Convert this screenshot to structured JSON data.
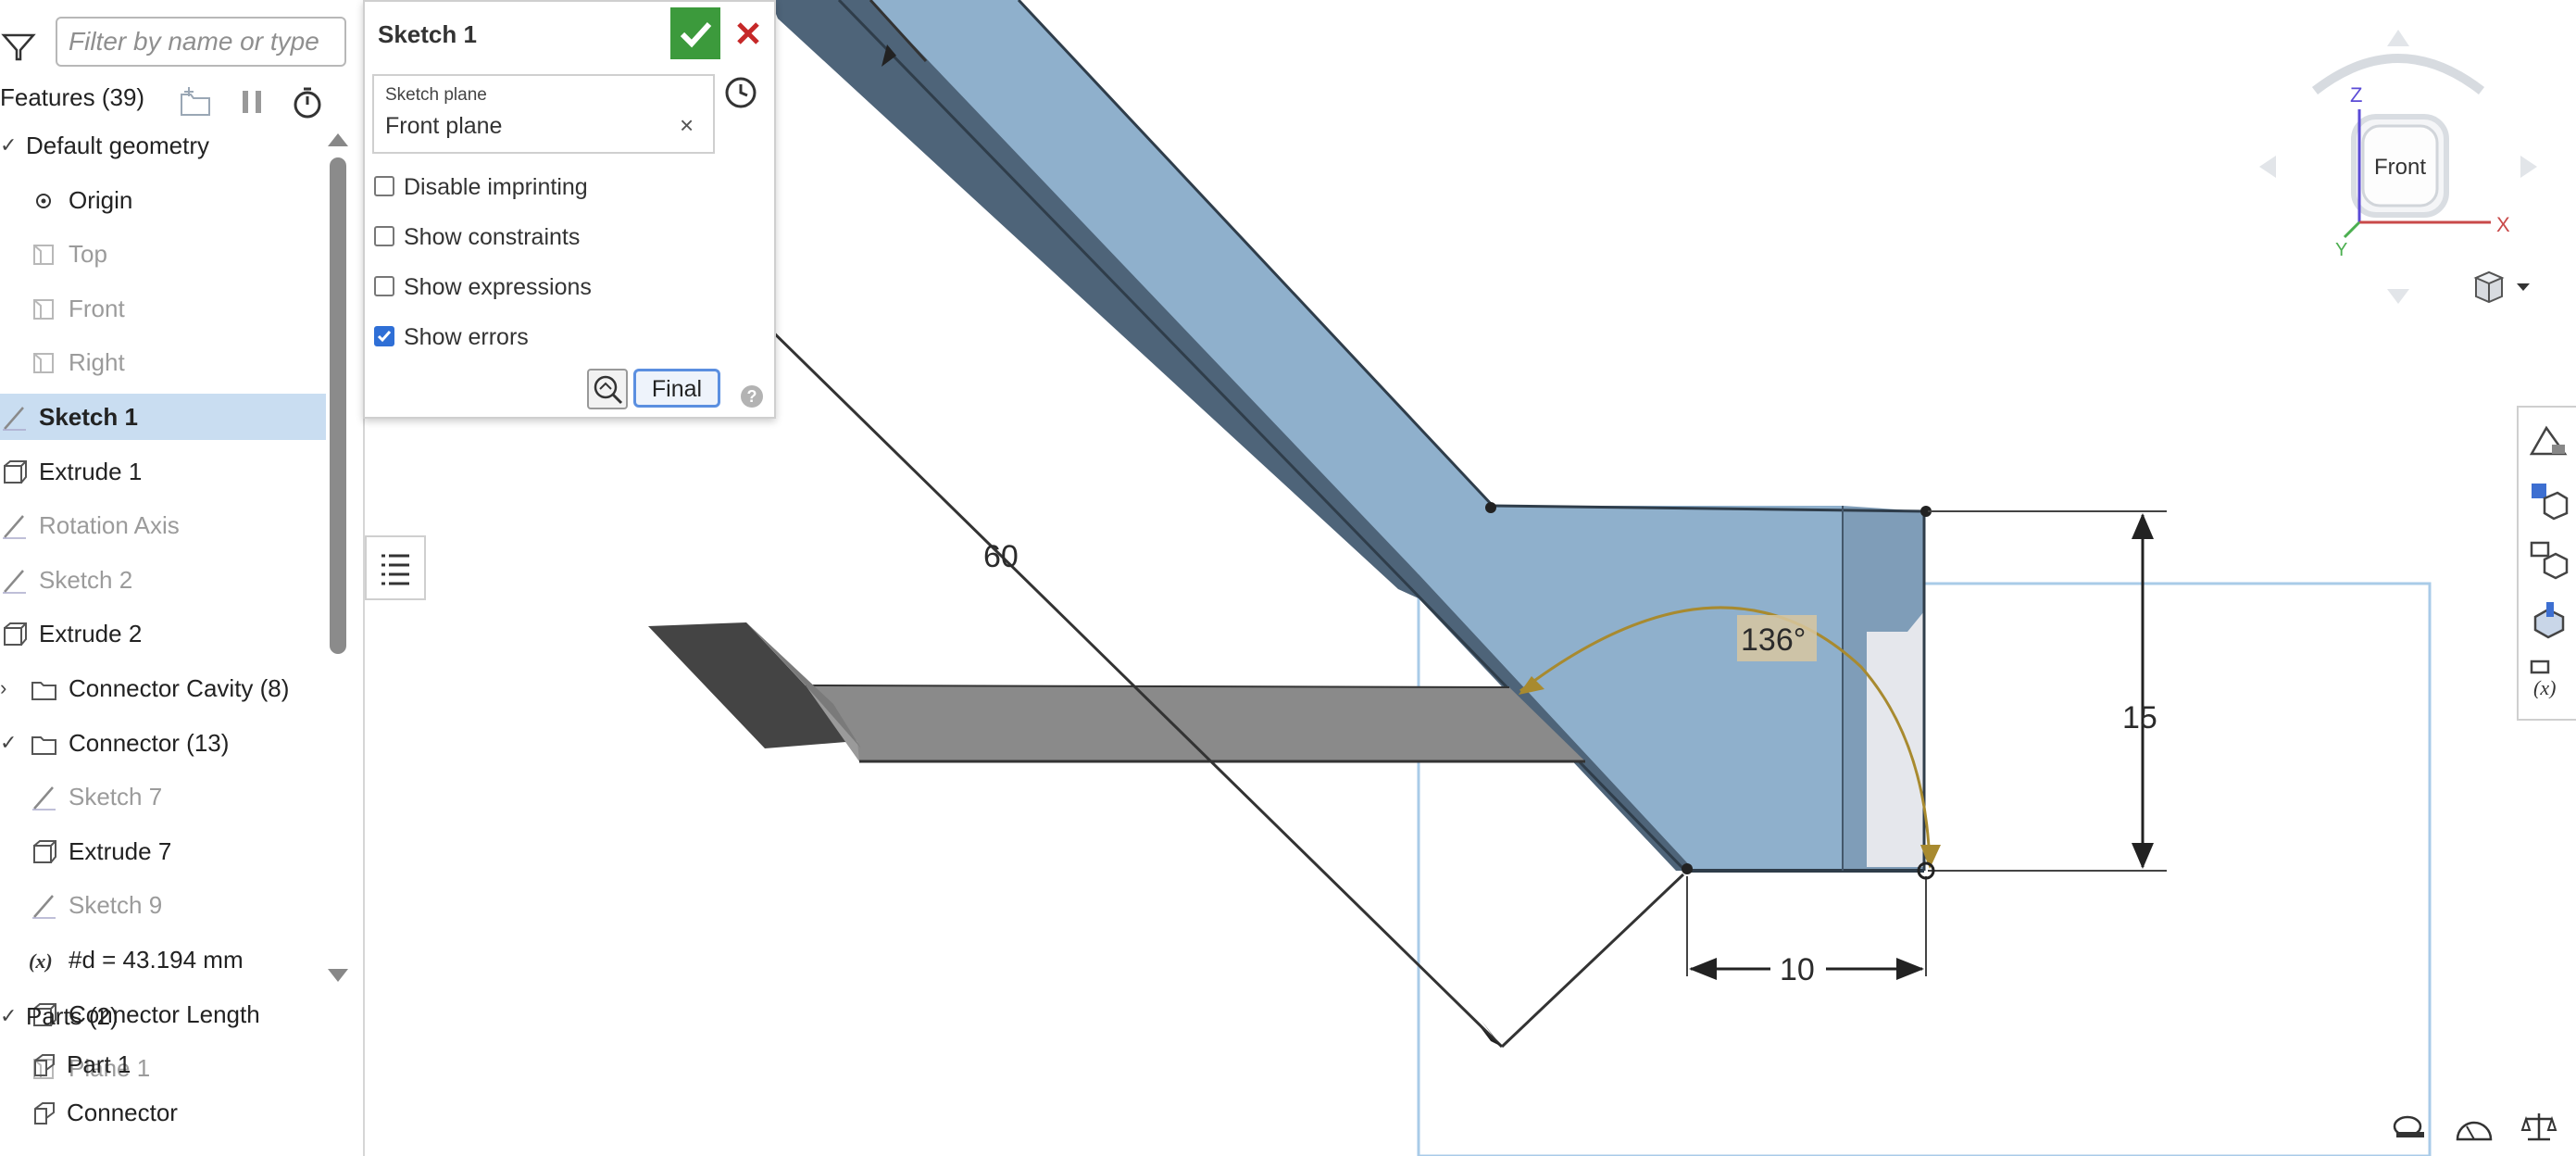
{
  "feature_panel": {
    "filter_placeholder": "Filter by name or type",
    "features_title": "Features (39)",
    "tree": [
      {
        "label": "Default geometry",
        "caret": "✓",
        "icon": "",
        "state": "normal"
      },
      {
        "label": "Origin",
        "caret": "",
        "icon": "origin-icon",
        "state": "normal"
      },
      {
        "label": "Top",
        "caret": "",
        "icon": "plane-icon",
        "state": "dim"
      },
      {
        "label": "Front",
        "caret": "",
        "icon": "plane-icon",
        "state": "dim"
      },
      {
        "label": "Right",
        "caret": "",
        "icon": "plane-icon",
        "state": "dim"
      },
      {
        "label": "Sketch 1",
        "caret": "",
        "icon": "sketch-icon",
        "state": "selected"
      },
      {
        "label": "Extrude 1",
        "caret": "",
        "icon": "extrude-icon",
        "state": "normal"
      },
      {
        "label": "Rotation Axis",
        "caret": "",
        "icon": "sketch-icon",
        "state": "dim"
      },
      {
        "label": "Sketch 2",
        "caret": "",
        "icon": "sketch-icon",
        "state": "dim"
      },
      {
        "label": "Extrude 2",
        "caret": "",
        "icon": "extrude-icon",
        "state": "normal"
      },
      {
        "label": "Connector Cavity (8)",
        "caret": "›",
        "icon": "folder-icon",
        "state": "normal"
      },
      {
        "label": "Connector (13)",
        "caret": "✓",
        "icon": "folder-icon",
        "state": "normal"
      },
      {
        "label": "Sketch 7",
        "caret": "",
        "icon": "sketch-icon",
        "state": "dim"
      },
      {
        "label": "Extrude 7",
        "caret": "",
        "icon": "extrude-icon",
        "state": "normal"
      },
      {
        "label": "Sketch 9",
        "caret": "",
        "icon": "sketch-icon",
        "state": "dim"
      },
      {
        "label": "#d = 43.194 mm",
        "caret": "",
        "icon": "variable-icon",
        "state": "normal"
      },
      {
        "label": "Connector Length",
        "caret": "",
        "icon": "extrude-icon",
        "state": "normal"
      },
      {
        "label": "Plane 1",
        "caret": "",
        "icon": "plane-icon",
        "state": "dim"
      }
    ],
    "parts_title": "Parts (2)",
    "parts": [
      {
        "label": "Part 1",
        "icon": "part-icon"
      },
      {
        "label": "Connector",
        "icon": "part-icon"
      }
    ]
  },
  "sketch_dialog": {
    "title": "Sketch 1",
    "plane_label": "Sketch plane",
    "plane_value": "Front plane",
    "clear_glyph": "×",
    "options": [
      {
        "label": "Disable imprinting",
        "checked": false
      },
      {
        "label": "Show constraints",
        "checked": false
      },
      {
        "label": "Show expressions",
        "checked": false
      },
      {
        "label": "Show errors",
        "checked": true
      }
    ],
    "final_label": "Final",
    "help_glyph": "?"
  },
  "viewport": {
    "dimension_60": "60",
    "dimension_15": "15",
    "dimension_10": "10",
    "angle_label": "136°",
    "view_cube_face": "Front",
    "axis_z": "Z",
    "axis_x": "X",
    "axis_y": "Y",
    "colors": {
      "part_blue": "#8fb0cc",
      "part_dark": "#4e6479",
      "connector_gray": "#8a8a8a",
      "angle_gold": "#a88a2f",
      "selection_box": "#a9cbe8"
    }
  }
}
